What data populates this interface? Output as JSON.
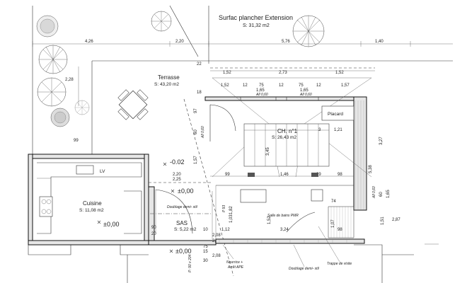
{
  "title": "Surfac plancher  Extension",
  "title_area": "S: 31,32 m2",
  "rooms": {
    "terrasse": {
      "name": "Terrasse",
      "area": "S: 43,20 m2"
    },
    "chambre": {
      "name": "CH. n°1",
      "area": "S: 26,43 m2"
    },
    "cuisine": {
      "name": "Cuisine",
      "area": "S: 11,08 m2"
    },
    "sas": {
      "name": "SAS",
      "area": "S: 5,22 m2"
    },
    "placard": {
      "name": "Placard"
    },
    "sdb": {
      "name": "Salle de bains PMR"
    }
  },
  "levels": {
    "terrasse": "-0.02",
    "sas": "±0,00",
    "sas_upper": "±0,00",
    "cuisine": "±0,00"
  },
  "fixtures": {
    "lv": "LV"
  },
  "dimensions": {
    "top_426": "4,26",
    "top_220": "2,20",
    "top_576": "5,76",
    "top_140": "1,40",
    "side_228": "2,28",
    "v_22": "22",
    "v_18": "18",
    "r1_152a": "1,52",
    "r1_273": "2,73",
    "r1_152b": "1,52",
    "r2_152": "1,52",
    "r2_12a": "12",
    "r2_75a": "75",
    "r2_12b": "12",
    "r2_75b": "75",
    "r2_12c": "12",
    "r2_157": "1,57",
    "r3_165a": "1,65",
    "r3_165b": "1,65",
    "all_a": "All 0,60",
    "all_b": "All 0,60",
    "v_97": "97",
    "v_60": "60",
    "all_v": "All 0,60",
    "ch_121": "1,21",
    "ch_3": "3",
    "ch_345": "3,45",
    "ch_327": "3,27",
    "ch_538": "5,38",
    "ch_99a": "99",
    "ch_146": "1,46",
    "ch_99b": "99",
    "ch_98": "98",
    "ter_99": "99",
    "ter_157": "1,57",
    "sas_220": "2,20",
    "sas_225": "2,25",
    "r_all": "All 0,60",
    "r_60": "60",
    "r_165": "1,65",
    "r_151": "1,51",
    "r_287": "2,87",
    "p93": "P 93",
    "p182": "1,82",
    "p103": "1,03",
    "sdb_74": "74",
    "sdb_107": "1,07",
    "sdb_98": "98",
    "sdb_324": "3,24",
    "sdb_152": "1,52",
    "sas_90": "90",
    "sas_20": "20",
    "sas_10": "10",
    "sas_112": "1,12",
    "sas_208a": "2,08",
    "sas_208b": "2,08",
    "sas_75": "75",
    "sas_15": "15",
    "sas_208c": "2,08",
    "sas_30": "30",
    "sas_p": "P: 90 x 204"
  },
  "notes": {
    "doublage_sas": "Doublage demi- stil",
    "doublage_bottom": "Doublage demi- stil",
    "nourrice": "Nourrice +",
    "arret": "Arrêt APE",
    "trappe": "Trappe de visite"
  }
}
